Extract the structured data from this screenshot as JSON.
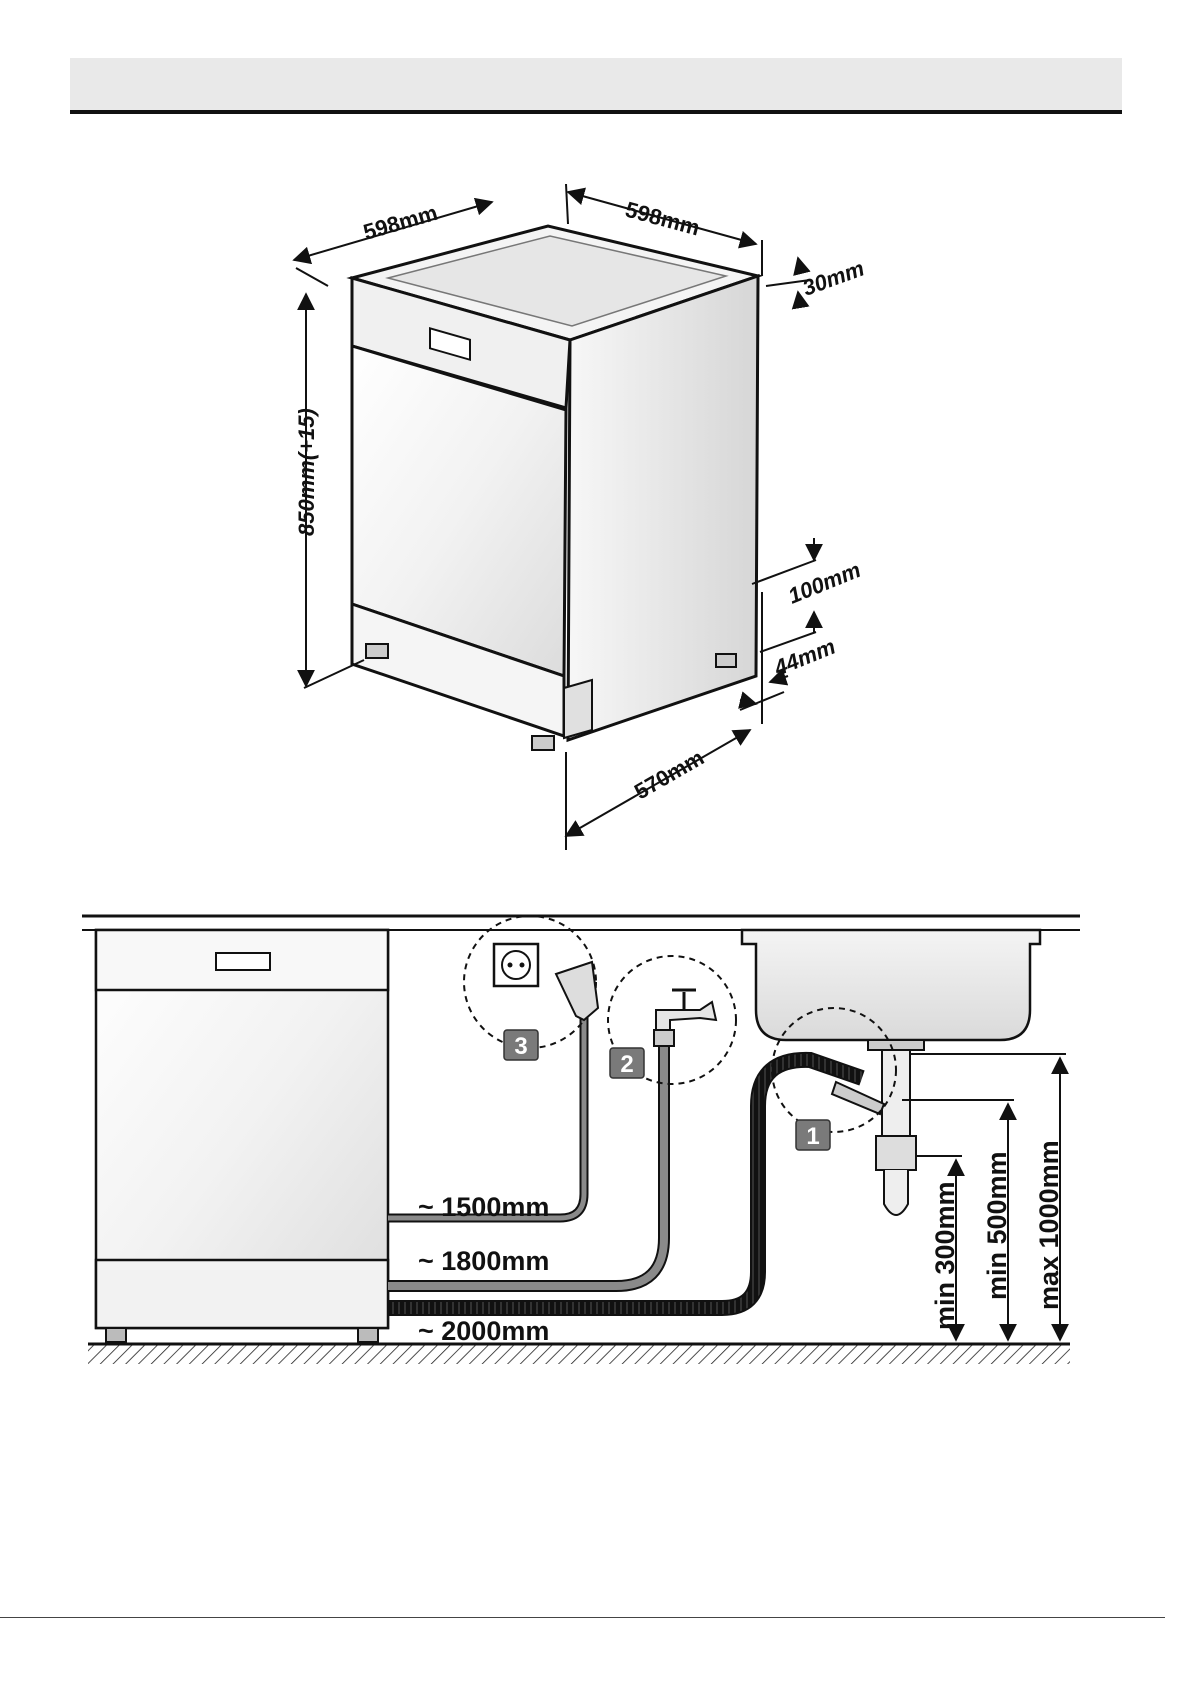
{
  "header": {
    "title": ""
  },
  "top_view": {
    "depth_label": "598mm",
    "width_label": "598mm",
    "worktop_label": "30mm",
    "height_label": "850mm(+15)",
    "plinth_label": "100mm",
    "foot_label": "44mm",
    "base_depth_label": "570mm"
  },
  "bottom_view": {
    "hose_power_label": "~ 1500mm",
    "hose_inlet_label": "~ 1800mm",
    "hose_drain_label": "~ 2000mm",
    "min300_label": "min 300mm",
    "min500_label": "min 500mm",
    "max1000_label": "max 1000mm",
    "badge_1": "1",
    "badge_2": "2",
    "badge_3": "3"
  },
  "colors": {
    "badge": "#7a7a7a",
    "hose": "#8a8a8a",
    "header_band": "#e9e9e9"
  }
}
